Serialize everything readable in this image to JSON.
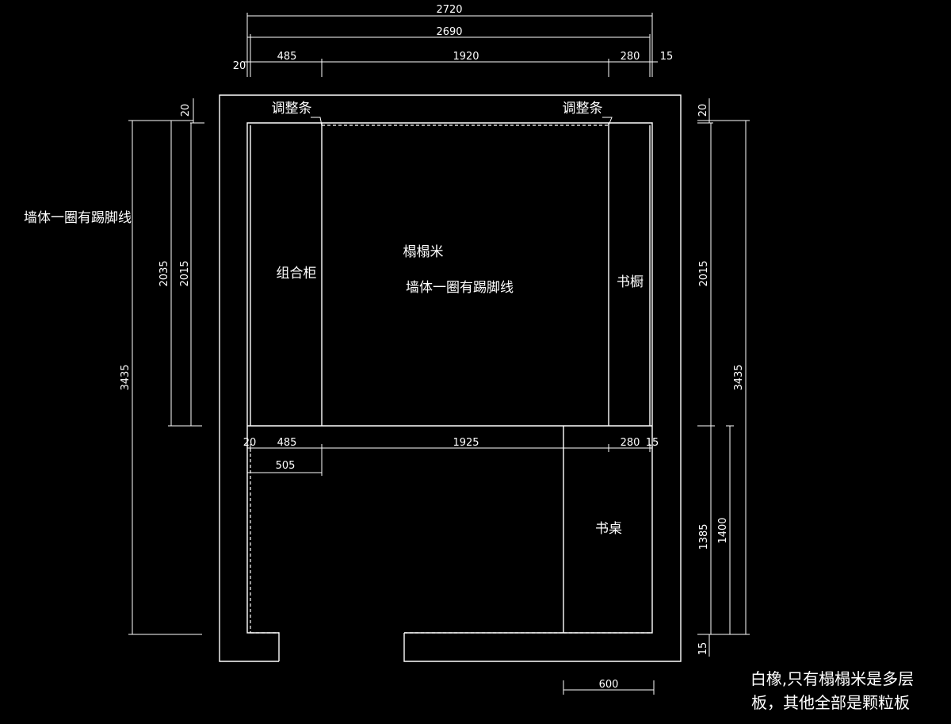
{
  "dimensions": {
    "top_total": "2720",
    "top_inner": "2690",
    "top_left_gap": "20",
    "top_left_cabinet": "485",
    "top_middle": "1920",
    "top_bookshelf": "280",
    "top_right_gap": "15",
    "mid_left_gap": "20",
    "mid_left_cabinet": "485",
    "mid_middle": "1925",
    "mid_right": "280",
    "mid_right_gap": "15",
    "mid_left_sum": "505",
    "bottom_door": "600",
    "left_top_gap": "20",
    "left_height_a": "2035",
    "left_height_b": "2015",
    "left_total": "3435",
    "right_top_gap": "20",
    "right_height": "2015",
    "right_total": "3435",
    "right_desk_a": "1385",
    "right_desk_b": "1400",
    "right_bottom_gap": "15"
  },
  "labels": {
    "adjust_strip_left": "调整条",
    "adjust_strip_right": "调整条",
    "combo_cabinet": "组合柜",
    "tatami": "榻榻米",
    "skirting_inner": "墙体一圈有踢脚线",
    "skirting_outer": "墙体一圈有踢脚线",
    "bookshelf": "书橱",
    "desk": "书桌"
  },
  "note": {
    "line1": "白橡,只有榻榻米是多层",
    "line2": "板，其他全部是颗粒板"
  }
}
